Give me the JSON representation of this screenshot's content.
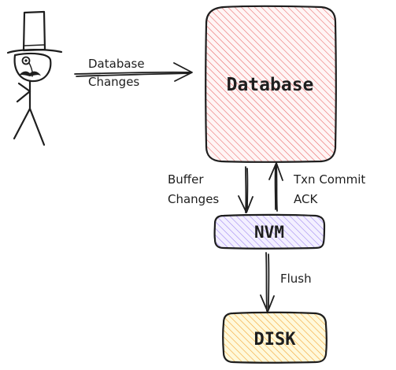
{
  "nodes": {
    "database": {
      "label": "Database",
      "fill": "#ffc9c9",
      "hatch": "#e03131"
    },
    "nvm": {
      "label": "NVM",
      "fill": "#d0bfff",
      "hatch": "#7048e8"
    },
    "disk": {
      "label": "DISK",
      "fill": "#ffec99",
      "hatch": "#f08c00"
    }
  },
  "edges": {
    "user_to_db": {
      "label_line1": "Database",
      "label_line2": "Changes"
    },
    "db_to_nvm": {
      "label_line1": "Buffer",
      "label_line2": "Changes"
    },
    "nvm_to_db": {
      "label_line1": "Txn Commit",
      "label_line2": "ACK"
    },
    "nvm_to_disk": {
      "label": "Flush"
    }
  },
  "actor": {
    "icon": "gentleman-stick-figure-icon"
  }
}
